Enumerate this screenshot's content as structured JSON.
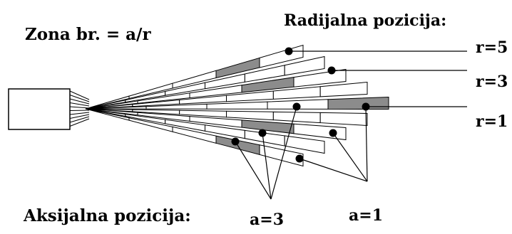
{
  "labels": {
    "zone_formula": "Zona br. = a/r",
    "radial_heading": "Radijalna pozicija:",
    "axial_heading": "Aksijalna pozicija:",
    "radial_values": [
      "r=5",
      "r=3",
      "r=1"
    ],
    "axial_values": [
      "a=3",
      "a=1"
    ]
  },
  "colors": {
    "ink": "#000000",
    "highlight_cell": "#8c8c8c",
    "cell_fill": "#ffffff"
  }
}
